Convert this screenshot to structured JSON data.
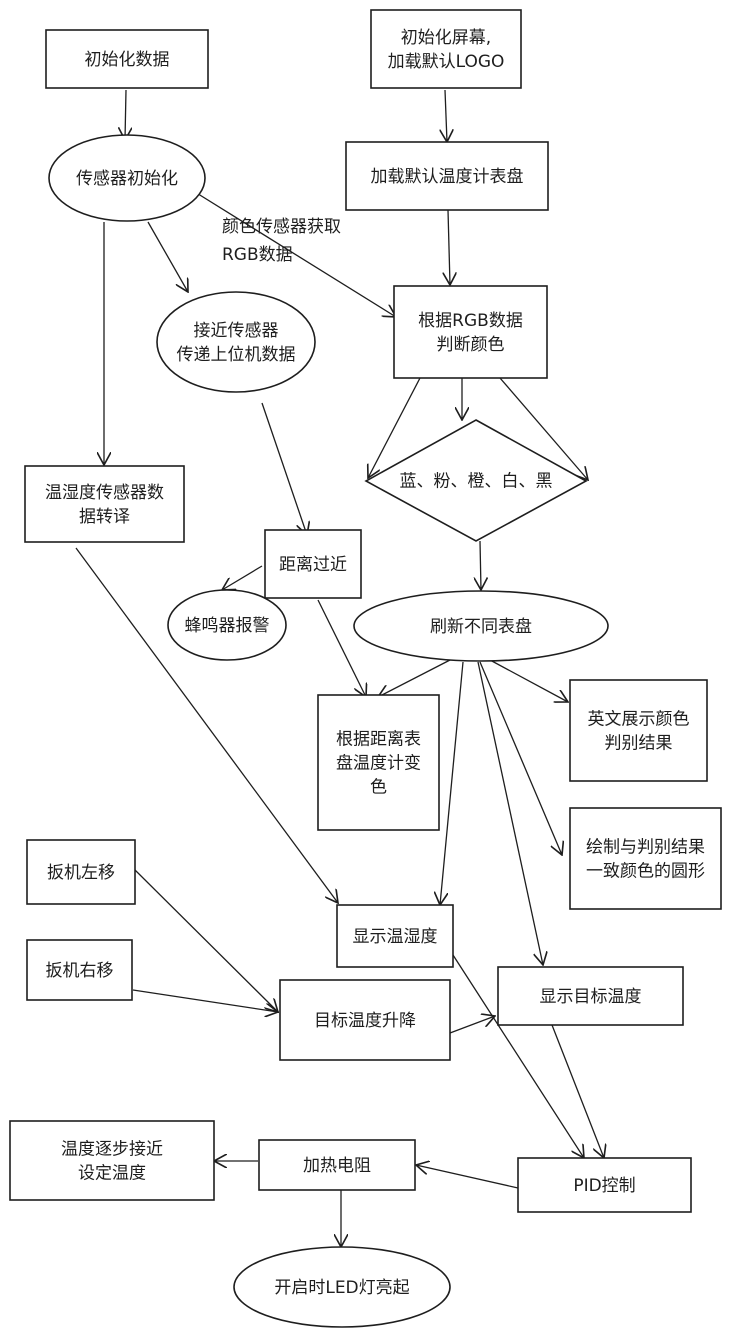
{
  "nodes": {
    "init_data": {
      "lines": [
        "初始化数据"
      ]
    },
    "init_screen": {
      "lines": [
        "初始化屏幕,",
        "加载默认LOGO"
      ]
    },
    "sensor_init": {
      "lines": [
        "传感器初始化"
      ]
    },
    "load_dial": {
      "lines": [
        "加载默认温度计表盘"
      ]
    },
    "proximity": {
      "lines": [
        "接近传感器",
        "传递上位机数据"
      ]
    },
    "judge_color": {
      "lines": [
        "根据RGB数据",
        "判断颜色"
      ]
    },
    "colors": {
      "lines": [
        "蓝、粉、橙、白、黑"
      ]
    },
    "temp_humidity": {
      "lines": [
        "温湿度传感器数",
        "据转译"
      ]
    },
    "too_close": {
      "lines": [
        "距离过近"
      ]
    },
    "buzzer": {
      "lines": [
        "蜂鸣器报警"
      ]
    },
    "refresh_dial": {
      "lines": [
        "刷新不同表盘"
      ]
    },
    "dial_color_change": {
      "lines": [
        "根据距离表",
        "盘温度计变",
        "色"
      ]
    },
    "english_result": {
      "lines": [
        "英文展示颜色",
        "判别结果"
      ]
    },
    "draw_circle": {
      "lines": [
        "绘制与判别结果",
        "一致颜色的圆形"
      ]
    },
    "trigger_left": {
      "lines": [
        "扳机左移"
      ]
    },
    "show_temp_humidity": {
      "lines": [
        "显示温湿度"
      ]
    },
    "trigger_right": {
      "lines": [
        "扳机右移"
      ]
    },
    "target_adjust": {
      "lines": [
        "目标温度升降"
      ]
    },
    "show_target": {
      "lines": [
        "显示目标温度"
      ]
    },
    "temp_approach": {
      "lines": [
        "温度逐步接近",
        "设定温度"
      ]
    },
    "heater": {
      "lines": [
        "加热电阻"
      ]
    },
    "pid": {
      "lines": [
        "PID控制"
      ]
    },
    "led": {
      "lines": [
        "开启时LED灯亮起"
      ]
    }
  },
  "edge_labels": {
    "rgb_fetch": [
      "颜色传感器获取",
      "RGB数据"
    ]
  },
  "colors": {
    "stroke": "#1e1e1e",
    "fill": "#ffffff",
    "text": "#1e1e1e"
  }
}
